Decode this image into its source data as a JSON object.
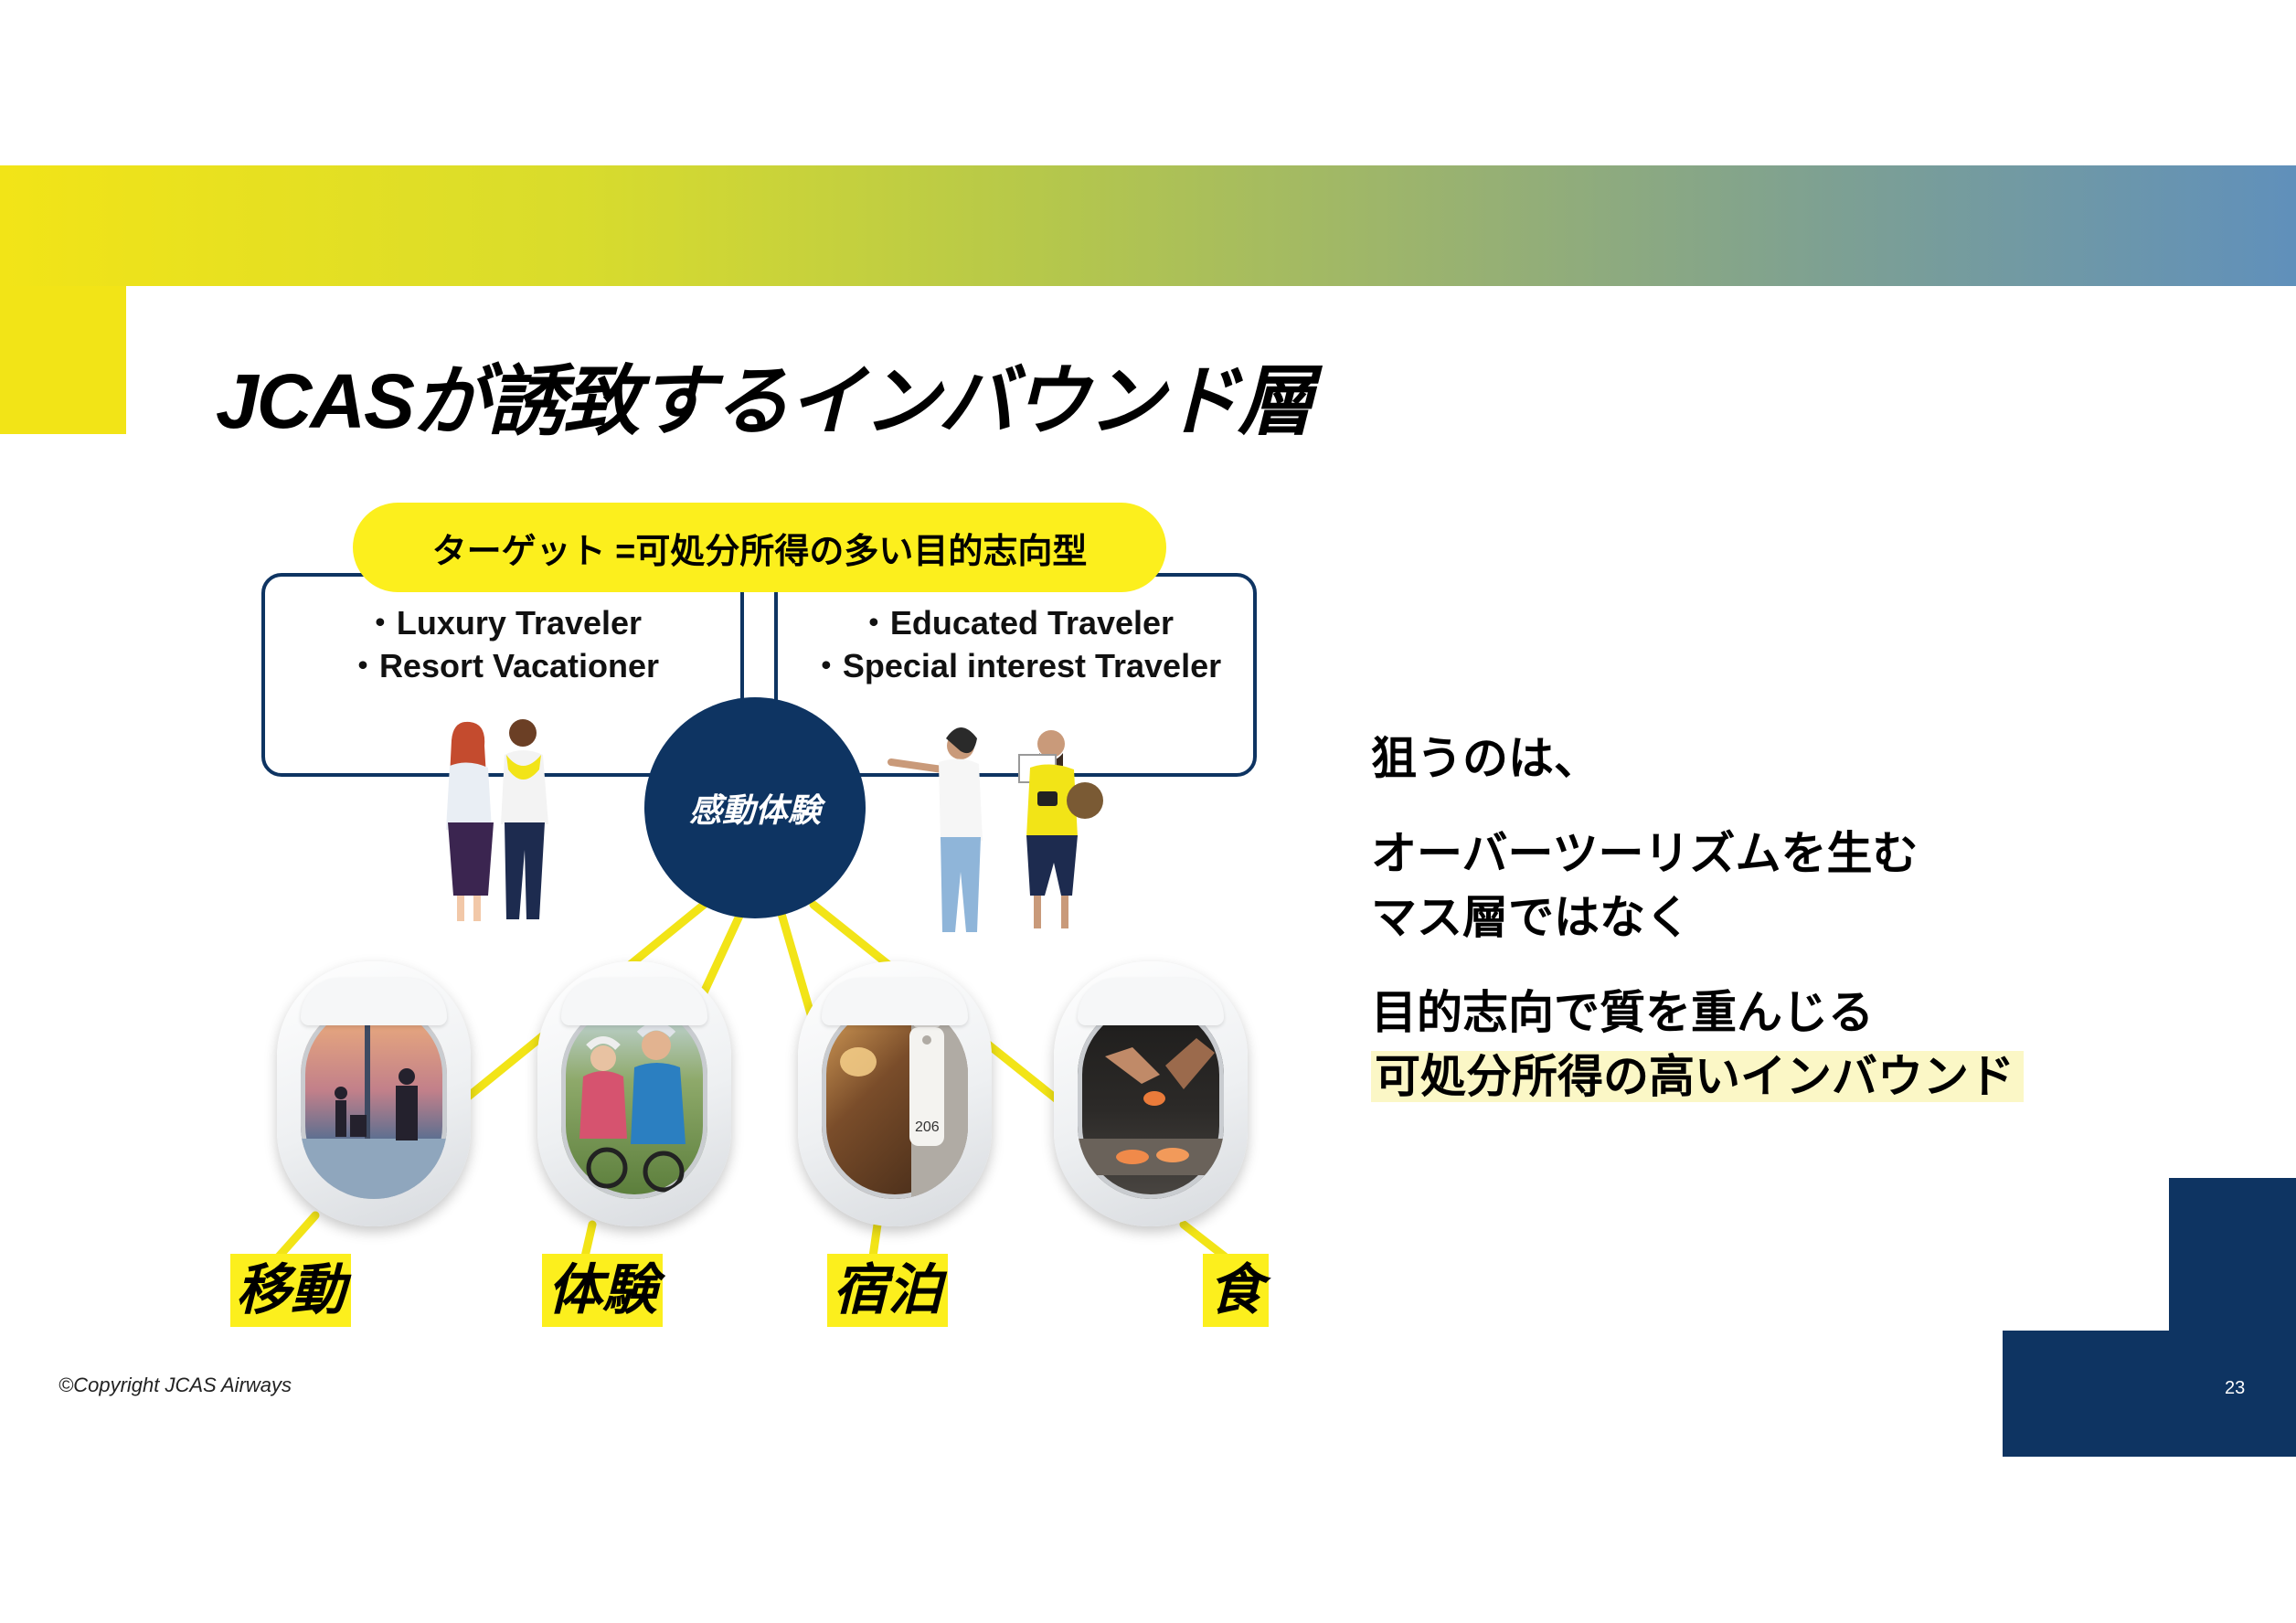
{
  "slide": {
    "title": "JCASが誘致するインバウンド層",
    "page_number": "23",
    "copyright": "©Copyright JCAS  Airways"
  },
  "diagram": {
    "target_label": "ターゲット =可処分所得の多い目的志向型",
    "left_box": [
      "・Luxury Traveler",
      "・Resort Vacationer"
    ],
    "right_box": [
      "・Educated Traveler",
      "・Special interest Traveler"
    ],
    "hub_label": "感動体験",
    "categories": [
      "移動",
      "体験",
      "宿泊",
      "食"
    ],
    "room_tag": "206"
  },
  "message": {
    "line1": "狙うのは、",
    "line2": "オーバーツーリズムを生む",
    "line3": "マス層ではなく",
    "line4": "目的志向で質を重んじる",
    "line5": "可処分所得の高いインバウンド"
  },
  "colors": {
    "navy": "#0e3462",
    "yellow": "#fcef1d",
    "highlight": "#fbf7c6"
  }
}
